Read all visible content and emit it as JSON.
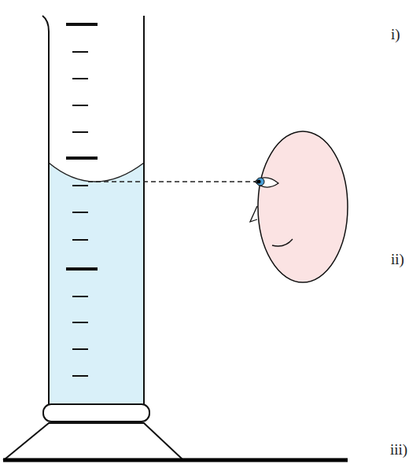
{
  "diagram": {
    "labels": [
      "i)",
      "ii)",
      "iii)"
    ]
  }
}
